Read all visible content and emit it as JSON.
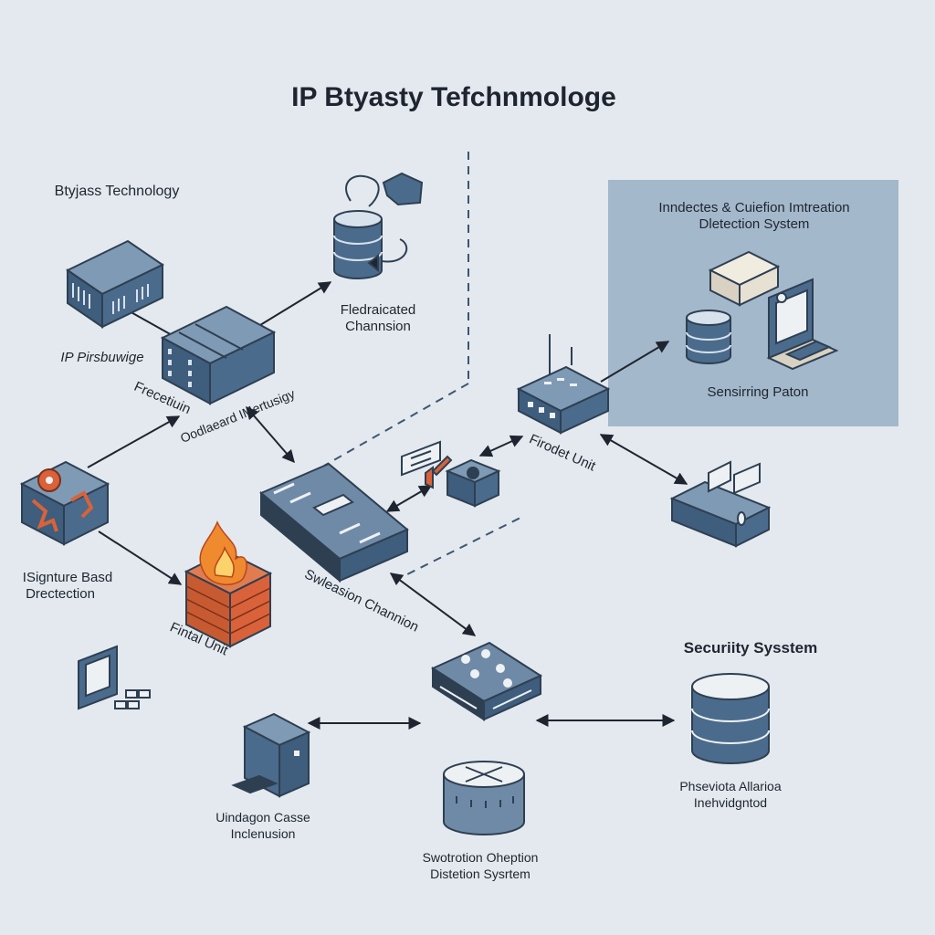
{
  "title": "IP Btyasty  Tefchnmologe",
  "colors": {
    "background": "#e3e9ee",
    "device_blue": "#4b6b8c",
    "device_dark": "#2e3f52",
    "panel": "#a3b8cb",
    "firewall_brick": "#d9623a",
    "flame": "#f08a2e"
  },
  "labels": {
    "bypass_technology": "Btyjass Technology",
    "ip_pirsbuwige": "IP Pirsbuwige",
    "frecetiuin": "Frecetiuin",
    "oodlaeard": "Oodlaeard IMertusigy",
    "fledraicated_l1": "Fledraicated",
    "fledraicated_l2": "Channsion",
    "ids_panel_l1": "Inndectes & Cuiefion Imtreation",
    "ids_panel_l2": "Dletection System",
    "sensirring_paton": "Sensirring Paton",
    "firodet_unit": "Firodet Unit",
    "signature_l1": "ISignture Basd",
    "signature_l2": "Drectection",
    "fintal_unit": "Fintal Unit",
    "swleadion": "Swleasion Channion",
    "security_system": "Securiity Sysstem",
    "phseviola_l1": "Phseviota Allarioa",
    "phseviola_l2": "Inehvidgntod",
    "uindagon_l1": "Uindagon Casse",
    "uindagon_l2": "Inclenusion",
    "swotrotion_l1": "Swotrotion Ohеption",
    "swotrotion_l2": "Distetion Sysrtem"
  },
  "icons": [
    "server-icon",
    "server-rack-icon",
    "database-icon",
    "network-plug-icon",
    "laptop-icon",
    "router-icon",
    "switch-icon",
    "firewall-icon",
    "gear-box-icon",
    "adapter-icon",
    "monitor-icon",
    "desktop-tower-icon",
    "hub-icon",
    "cylinder-router-icon",
    "sensor-box-icon",
    "open-box-icon"
  ]
}
